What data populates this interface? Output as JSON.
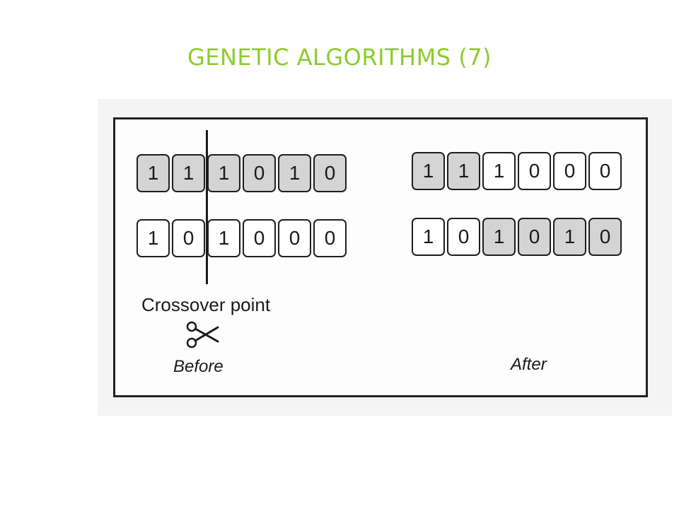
{
  "title": {
    "text": "GENETIC ALGORITHMS (7)",
    "color": "#8ccc2c"
  },
  "shade_color": "#d4d4d4",
  "before": {
    "parent_1": [
      {
        "bit": "1",
        "shaded": true
      },
      {
        "bit": "1",
        "shaded": true
      },
      {
        "bit": "1",
        "shaded": true
      },
      {
        "bit": "0",
        "shaded": true
      },
      {
        "bit": "1",
        "shaded": true
      },
      {
        "bit": "0",
        "shaded": true
      }
    ],
    "parent_2": [
      {
        "bit": "1",
        "shaded": false
      },
      {
        "bit": "0",
        "shaded": false
      },
      {
        "bit": "1",
        "shaded": false
      },
      {
        "bit": "0",
        "shaded": false
      },
      {
        "bit": "0",
        "shaded": false
      },
      {
        "bit": "0",
        "shaded": false
      }
    ],
    "crossover_label": "Crossover point",
    "scissors_icon": "scissors-icon",
    "label": "Before"
  },
  "after": {
    "offspring_1": [
      {
        "bit": "1",
        "shaded": true
      },
      {
        "bit": "1",
        "shaded": true
      },
      {
        "bit": "1",
        "shaded": false
      },
      {
        "bit": "0",
        "shaded": false
      },
      {
        "bit": "0",
        "shaded": false
      },
      {
        "bit": "0",
        "shaded": false
      }
    ],
    "offspring_2": [
      {
        "bit": "1",
        "shaded": false
      },
      {
        "bit": "0",
        "shaded": false
      },
      {
        "bit": "1",
        "shaded": true
      },
      {
        "bit": "0",
        "shaded": true
      },
      {
        "bit": "1",
        "shaded": true
      },
      {
        "bit": "0",
        "shaded": true
      }
    ],
    "label": "After"
  }
}
